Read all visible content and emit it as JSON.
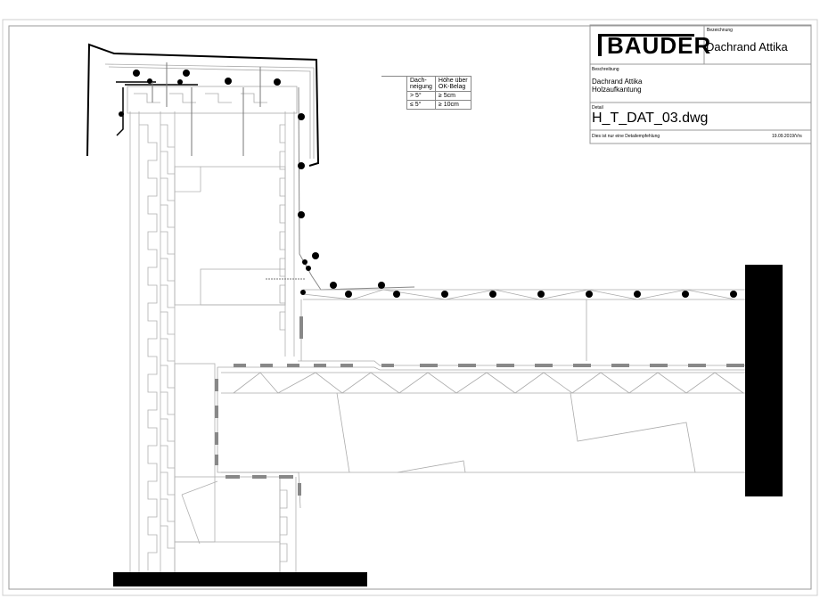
{
  "title_block": {
    "logo_text": "BAUDER",
    "designation_label": "Bezeichnung",
    "designation_value": "Dachrand Attika",
    "description_label": "Beschreibung",
    "description_line1": "Dachrand Attika",
    "description_line2": "Holzaufkantung",
    "detail_label": "Detail",
    "detail_value": "H_T_DAT_03.dwg",
    "disclaimer": "Dies ist nur eine Detailempfehlung",
    "date_author": "19.09.2019/Vrs"
  },
  "height_table": {
    "headers": [
      "Dach-\nneigung",
      "Höhe über\nOK-Belag"
    ],
    "header_col1_line1": "Dach-",
    "header_col1_line2": "neigung",
    "header_col2_line1": "Höhe über",
    "header_col2_line2": "OK-Belag",
    "rows": [
      {
        "slope": "> 5°",
        "height": "≥ 5cm"
      },
      {
        "slope": "≤ 5°",
        "height": "≥ 10cm"
      }
    ]
  },
  "colors": {
    "line": "#000000",
    "thin": "#9a9a9a",
    "frame": "#bdbdbd"
  }
}
